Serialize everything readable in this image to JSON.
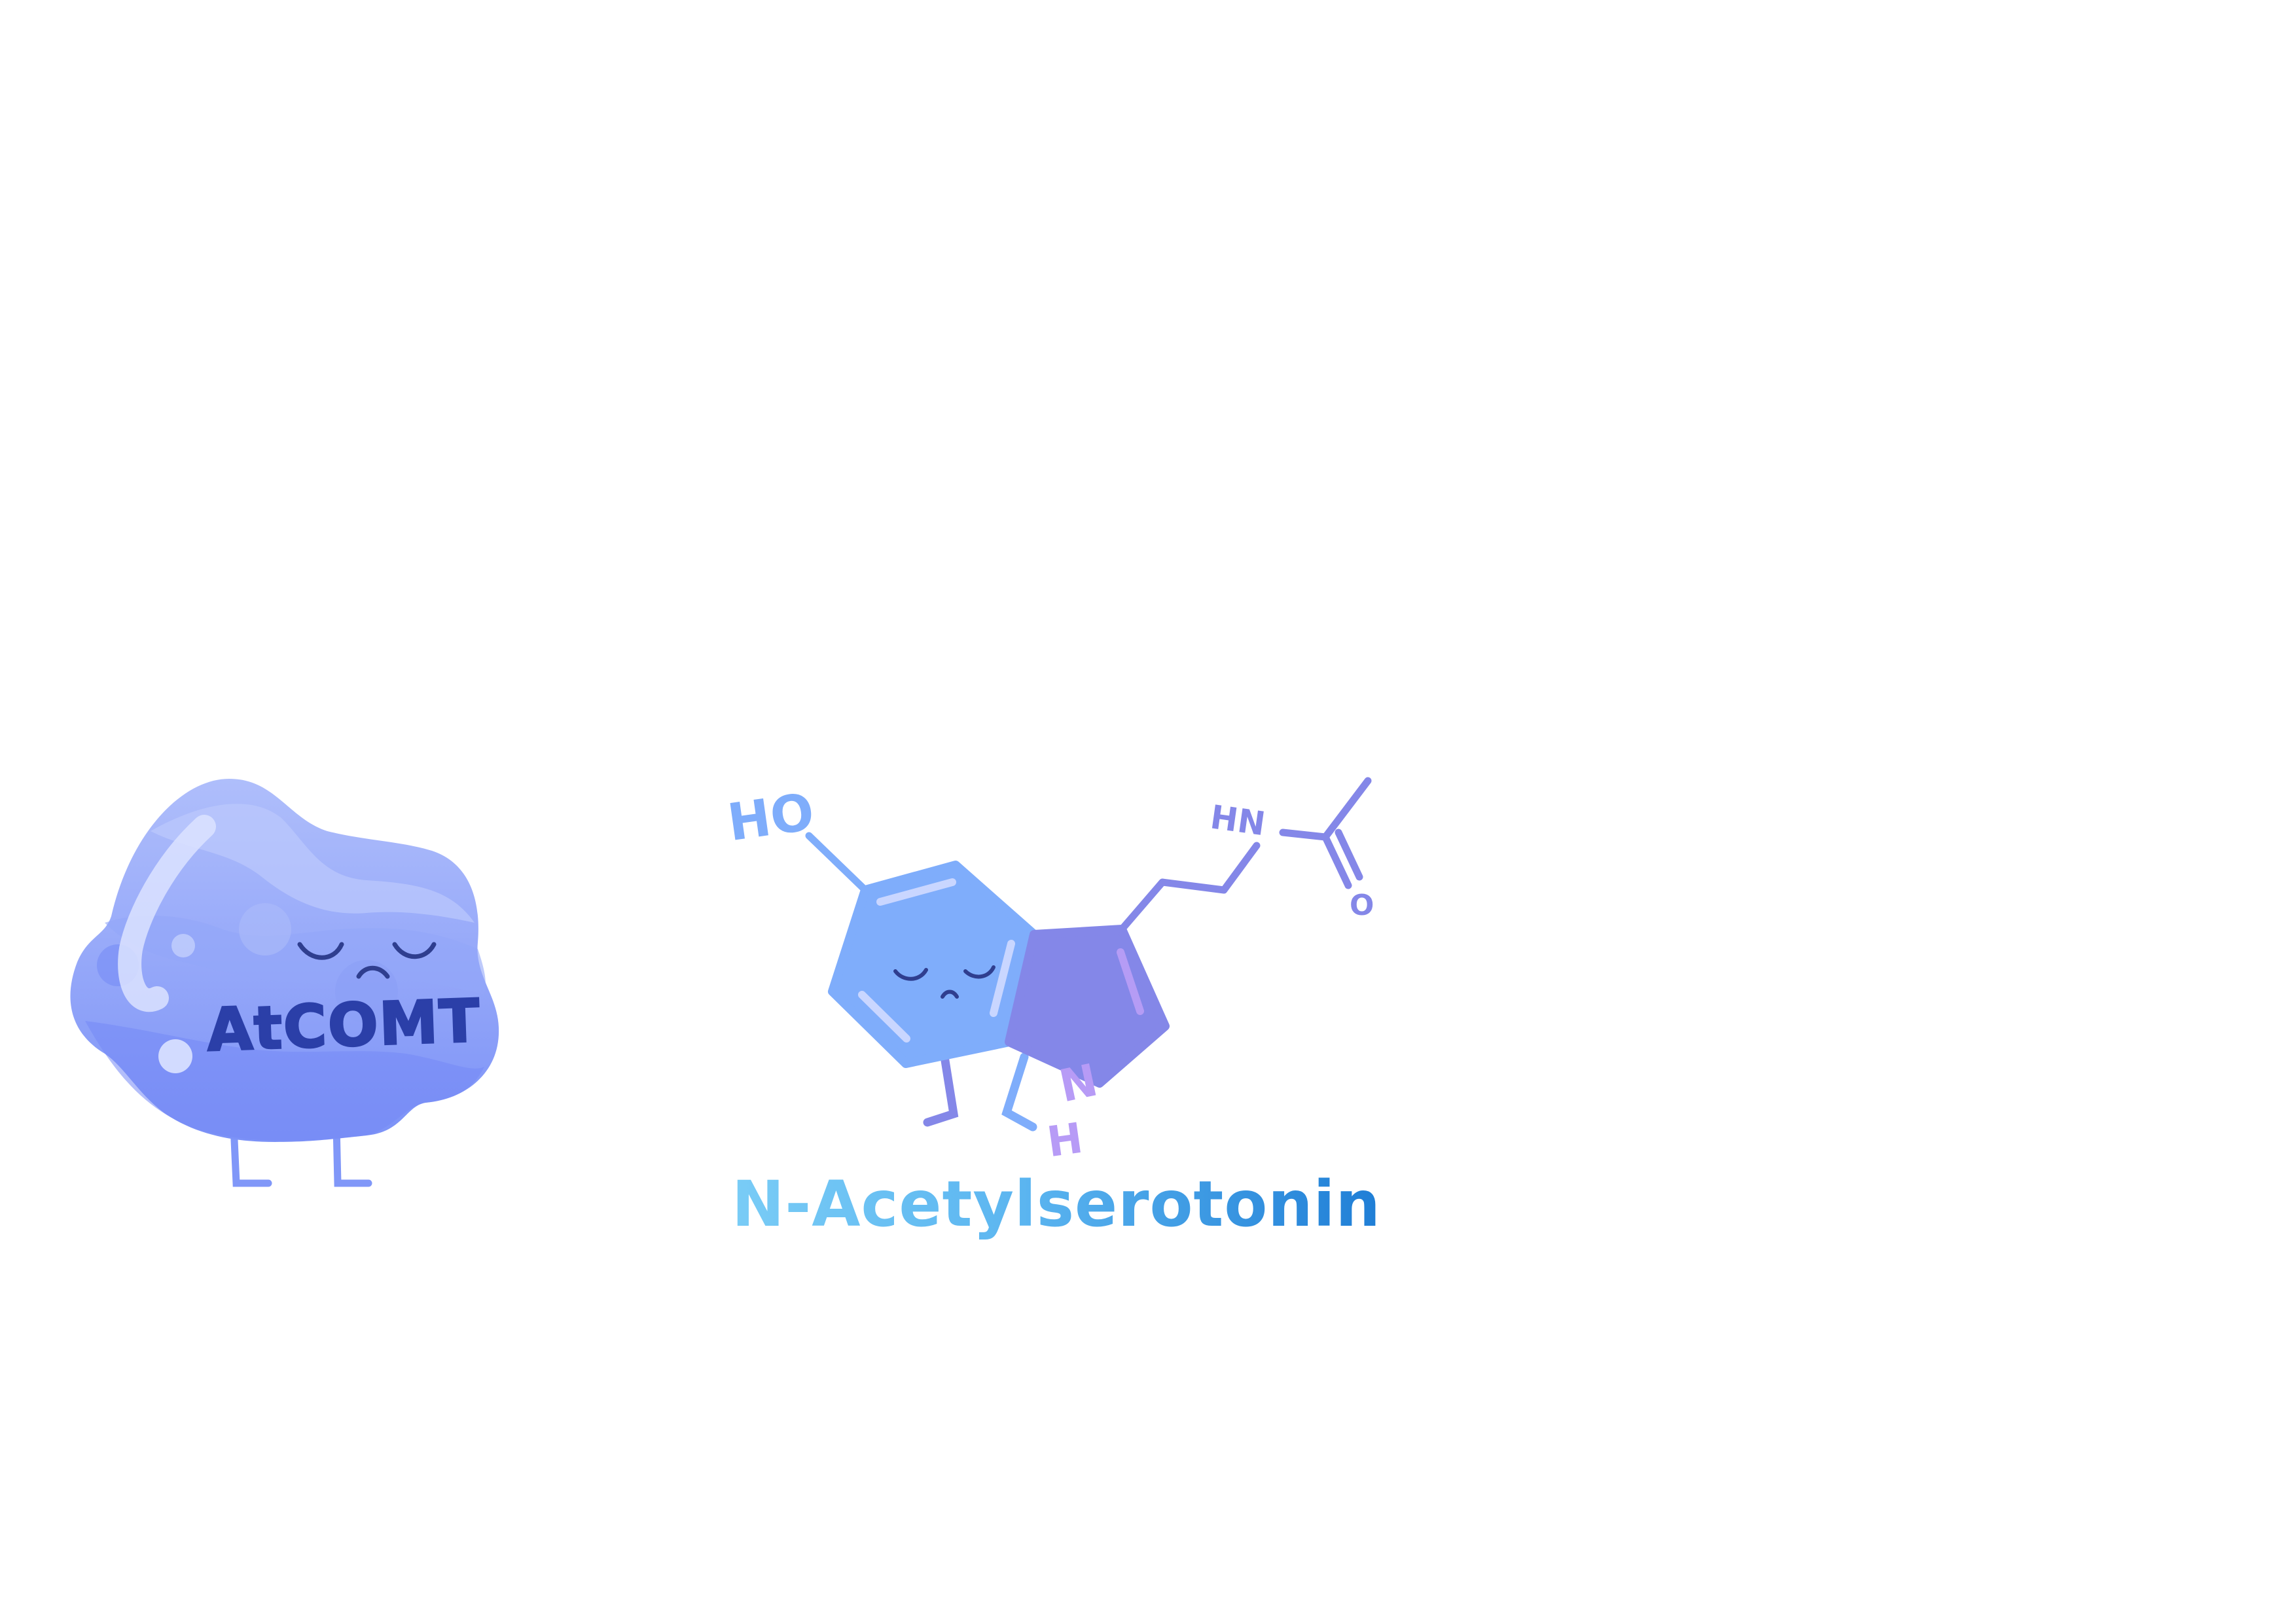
{
  "protein": {
    "label": "AtCOMT",
    "label_color": "#2B3FA8",
    "body_color": "#8097F8",
    "highlight_color": "#DCE3FF",
    "face_color": "#2F3E8F"
  },
  "molecule": {
    "name": "N-Acetylserotonin",
    "name_gradient": [
      "#79CCF6",
      "#4DA8EC",
      "#1F7ED6"
    ],
    "atom_labels": {
      "hydroxyl": "HO",
      "amide": "HN",
      "carbonyl_oxygen": "O",
      "indole_n": "N",
      "indole_h": "H"
    },
    "colors": {
      "benzene_ring": "#7FADFB",
      "pyrrole_ring": "#8487E8",
      "bonds": "#8487E8",
      "hydroxyl_text": "#7FADFB",
      "nh_text": "#B79BF6",
      "ring_highlight": "#C9D6FF",
      "pyrrole_highlight": "#B59CF5",
      "face_color": "#2F3E8F"
    }
  }
}
